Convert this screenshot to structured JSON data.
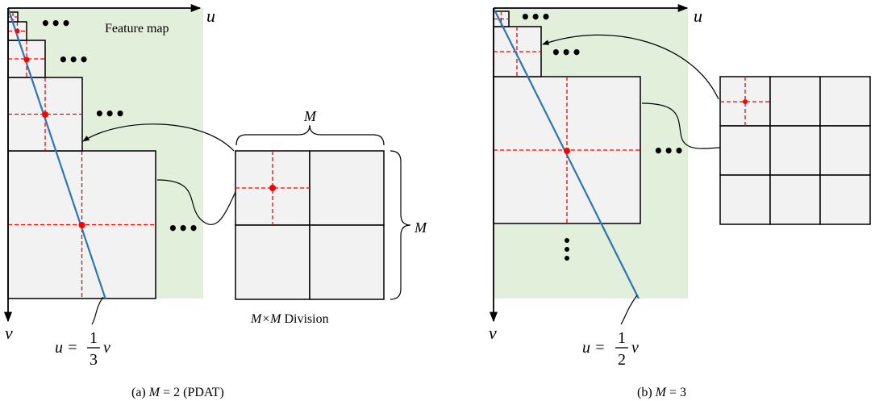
{
  "colors": {
    "feature_map_bg": "#e2efda",
    "cell_fill": "#f2f2f2",
    "grid_dash": "#ff0000",
    "diagonal_line": "#2e75b6",
    "point": "#ff0000"
  },
  "panel_a": {
    "axis_u": "u",
    "axis_v": "v",
    "feature_map_label": "Feature map",
    "brace_top_label": "M",
    "brace_right_label": "M",
    "division_label_var": "M×M",
    "division_label_text": " Division",
    "equation_lhs": "u =",
    "equation_num": "1",
    "equation_den": "3",
    "equation_rhs": "v",
    "ellipsis": "•••",
    "caption_prefix": "(a) ",
    "caption_var": "M",
    "caption_suffix": " = 2 (PDAT)"
  },
  "panel_b": {
    "axis_u": "u",
    "axis_v": "v",
    "equation_lhs": "u =",
    "equation_num": "1",
    "equation_den": "2",
    "equation_rhs": "v",
    "ellipsis": "•••",
    "caption_prefix": "(b) ",
    "caption_var": "M",
    "caption_suffix": " = 3"
  }
}
